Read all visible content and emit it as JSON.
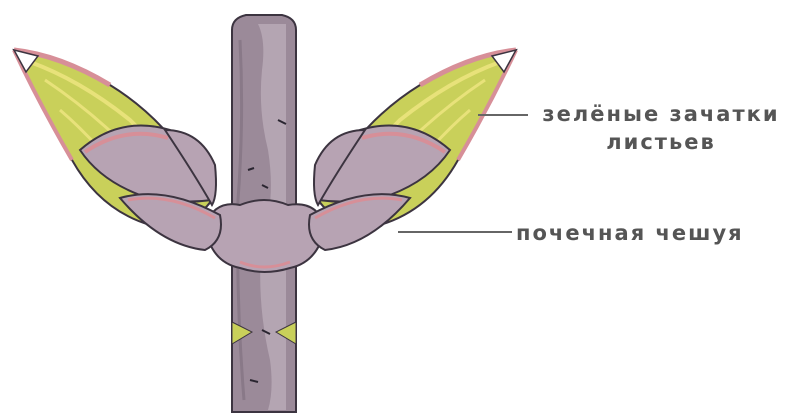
{
  "labels": {
    "leaf_primordia_line1": "зелёные зачатки",
    "leaf_primordia_line2": "листьев",
    "bud_scale": "почечная чешуя"
  },
  "colors": {
    "stem": "#9b8a99",
    "stem_dark": "#6f6070",
    "stem_light": "#c9bcc6",
    "scale": "#b7a3b3",
    "scale_pink": "#d78f98",
    "leaf_green": "#c9d05a",
    "leaf_yellow": "#e8e27a",
    "outline": "#3c3440",
    "label_text": "#555555",
    "leader_line": "#666666"
  }
}
